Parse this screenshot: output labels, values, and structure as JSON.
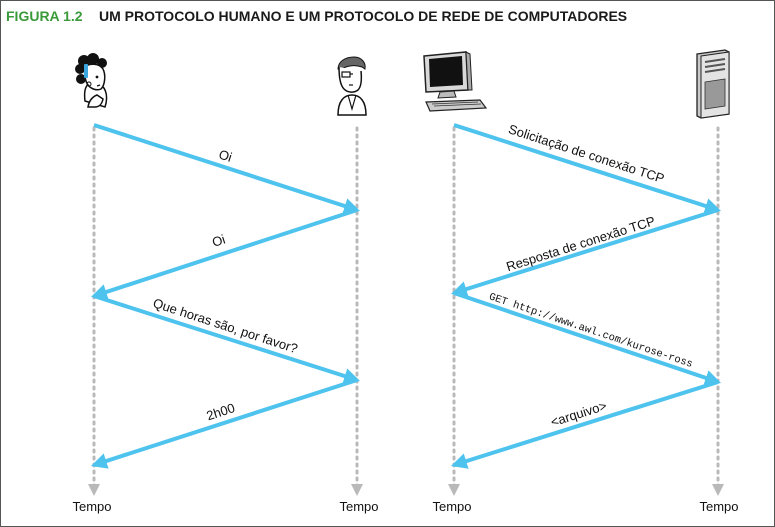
{
  "figure": {
    "label": "FIGURA 1.2",
    "title": "UM PROTOCOLO HUMANO E UM PROTOCOLO DE REDE DE COMPUTADORES"
  },
  "colors": {
    "arrow": "#4dc3ee",
    "label_green": "#3a9a3a",
    "timeline": "#b9b9b9"
  },
  "human": {
    "messages": [
      "Oi",
      "Oi",
      "Que horas são, por favor?",
      "2h00"
    ],
    "time_labels": [
      "Tempo",
      "Tempo"
    ]
  },
  "network": {
    "messages": [
      "Solicitação de conexão TCP",
      "Resposta de conexão TCP",
      "GET http://www.awl.com/kurose-ross",
      "<arquivo>"
    ],
    "time_labels": [
      "Tempo",
      "Tempo"
    ]
  },
  "icons": {
    "left_sender": "woman-icon",
    "left_receiver": "man-icon",
    "right_sender": "computer-icon",
    "right_receiver": "server-icon"
  }
}
